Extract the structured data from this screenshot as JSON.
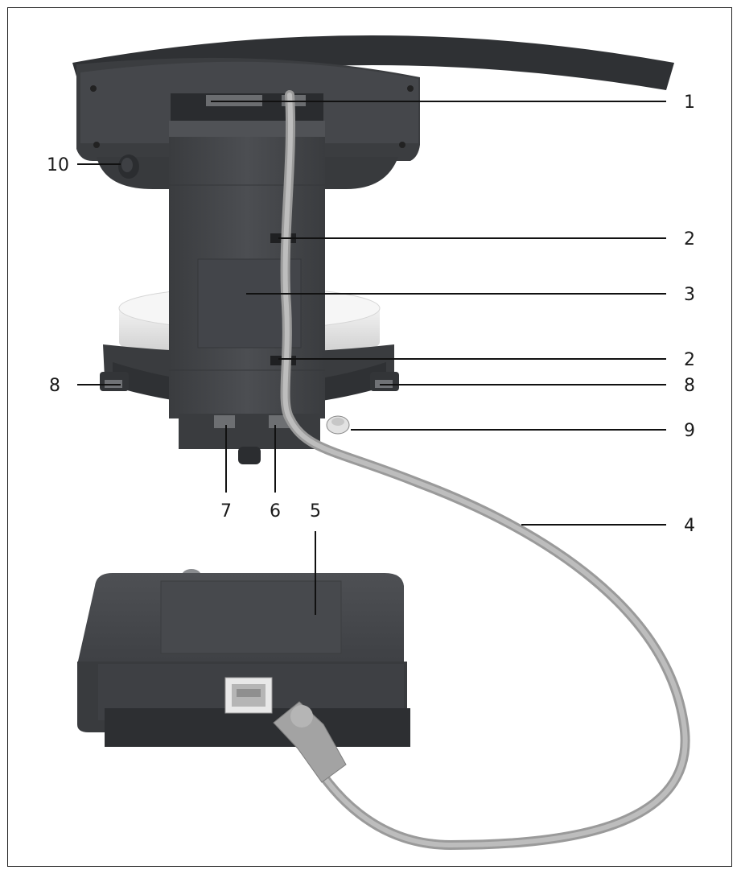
{
  "figure": {
    "callouts": [
      {
        "id": "c1",
        "label": "1"
      },
      {
        "id": "c2a",
        "label": "2"
      },
      {
        "id": "c3",
        "label": "3"
      },
      {
        "id": "c2b",
        "label": "2"
      },
      {
        "id": "c8r",
        "label": "8"
      },
      {
        "id": "c9",
        "label": "9"
      },
      {
        "id": "c4",
        "label": "4"
      },
      {
        "id": "c10",
        "label": "10"
      },
      {
        "id": "c8l",
        "label": "8"
      },
      {
        "id": "c7",
        "label": "7"
      },
      {
        "id": "c6",
        "label": "6"
      },
      {
        "id": "c5",
        "label": "5"
      }
    ]
  },
  "colors": {
    "housing_dark": "#3b3d40",
    "housing_mid": "#4a4c50",
    "housing_light": "#5a5c60",
    "pan_light": "#e9e9e9",
    "cable": "#a9a9a9",
    "leader_line": "#111111"
  }
}
